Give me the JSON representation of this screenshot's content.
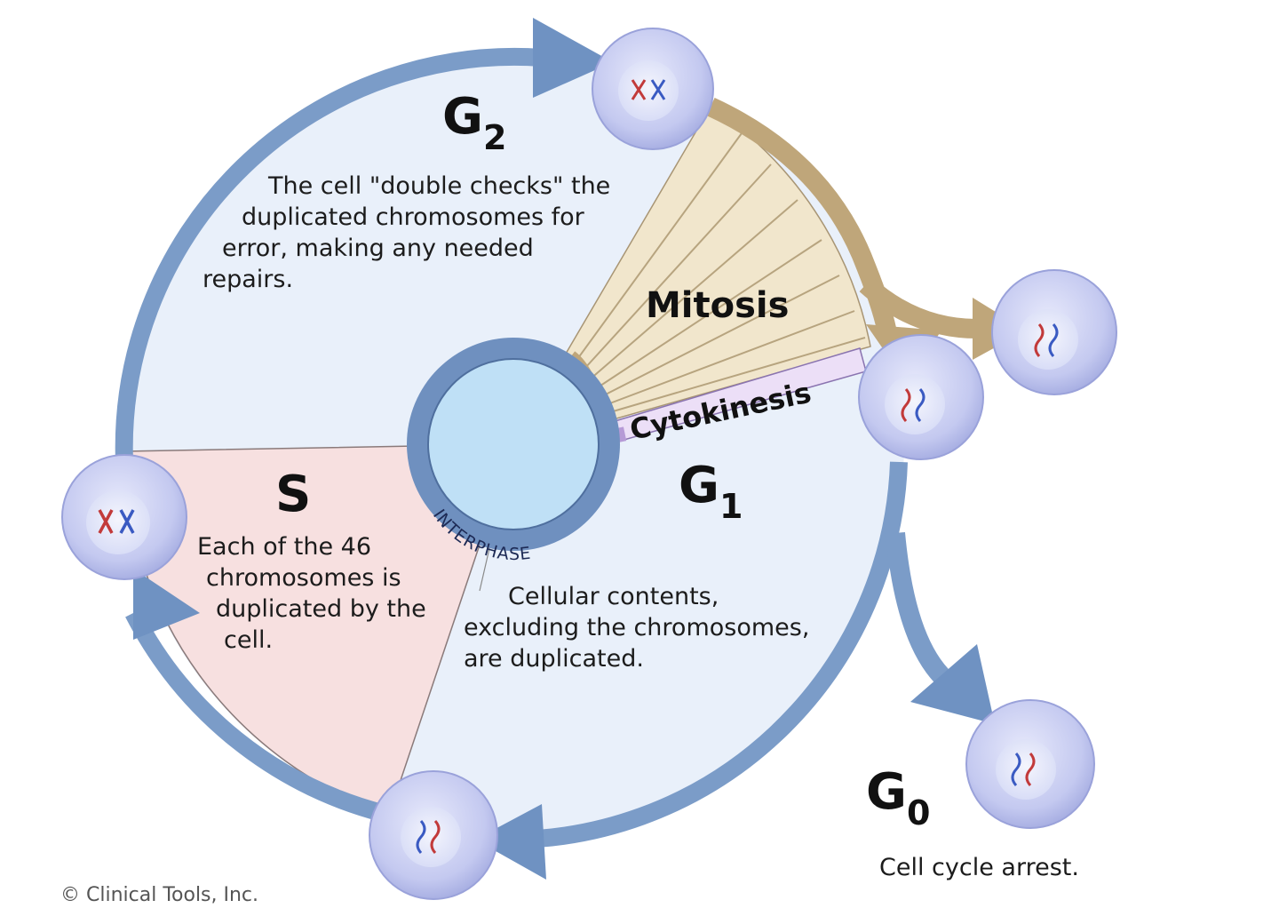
{
  "phases": {
    "g2": {
      "letter": "G",
      "sub": "2",
      "description": [
        "The cell \"double checks\" the",
        "duplicated chromosomes for",
        "error, making any needed",
        "repairs."
      ]
    },
    "s": {
      "letter": "S",
      "description": [
        "Each of the 46",
        "chromosomes is",
        "duplicated by the",
        "cell."
      ]
    },
    "g1": {
      "letter": "G",
      "sub": "1",
      "description": [
        "Cellular contents,",
        "excluding the chromosomes,",
        "are duplicated."
      ]
    },
    "g0": {
      "letter": "G",
      "sub": "0",
      "description": [
        "Cell cycle arrest."
      ]
    },
    "mitosis": {
      "label": "Mitosis"
    },
    "cytokinesis": {
      "label": "Cytokinesis"
    },
    "interphase": {
      "label": "INTERPHASE"
    }
  },
  "credit": "© Clinical Tools, Inc.",
  "colors": {
    "ring": "#7b9cc8",
    "ring_dark": "#5a7fb0",
    "g_region": "#e9f0fa",
    "s_region": "#f7e0e0",
    "mitosis_fan": "#f1e6cc",
    "mitosis_arrow": "#bfa67a",
    "cytokinesis": "#b69ad6",
    "cell_fill": "#c9cdf2",
    "cell_nucleus": "#e2e6fb",
    "center_fill": "#bfe0f6",
    "center_ring": "#6f90bf"
  }
}
